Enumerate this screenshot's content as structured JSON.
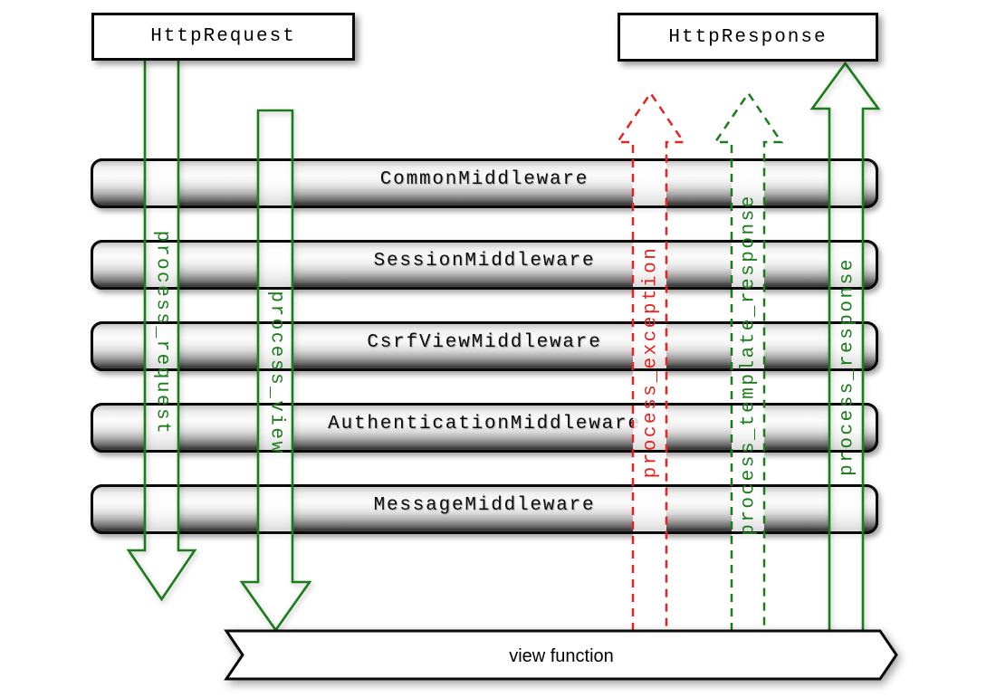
{
  "diagram": {
    "title_implicit": "Django middleware request/response flow",
    "request_box": {
      "label": "HttpRequest"
    },
    "response_box": {
      "label": "HttpResponse"
    },
    "middlewares": [
      "CommonMiddleware",
      "SessionMiddleware",
      "CsrfViewMiddleware",
      "AuthenticationMiddleware",
      "MessageMiddleware"
    ],
    "arrows": [
      {
        "label": "process_request",
        "direction": "down",
        "style": "solid",
        "color": "#1a7d1a"
      },
      {
        "label": "process_view",
        "direction": "down",
        "style": "solid",
        "color": "#1a7d1a"
      },
      {
        "label": "process_exception",
        "direction": "up",
        "style": "dashed",
        "color": "#e32521"
      },
      {
        "label": "process_template_response",
        "direction": "up",
        "style": "dashed",
        "color": "#1a7d1a"
      },
      {
        "label": "process_response",
        "direction": "up",
        "style": "solid",
        "color": "#1a7d1a"
      }
    ],
    "view_banner": {
      "label": "view function"
    },
    "colors": {
      "green": "#1a7d1a",
      "red": "#e32521",
      "bar_border": "#0a0a0a",
      "background": "#ffffff"
    }
  }
}
